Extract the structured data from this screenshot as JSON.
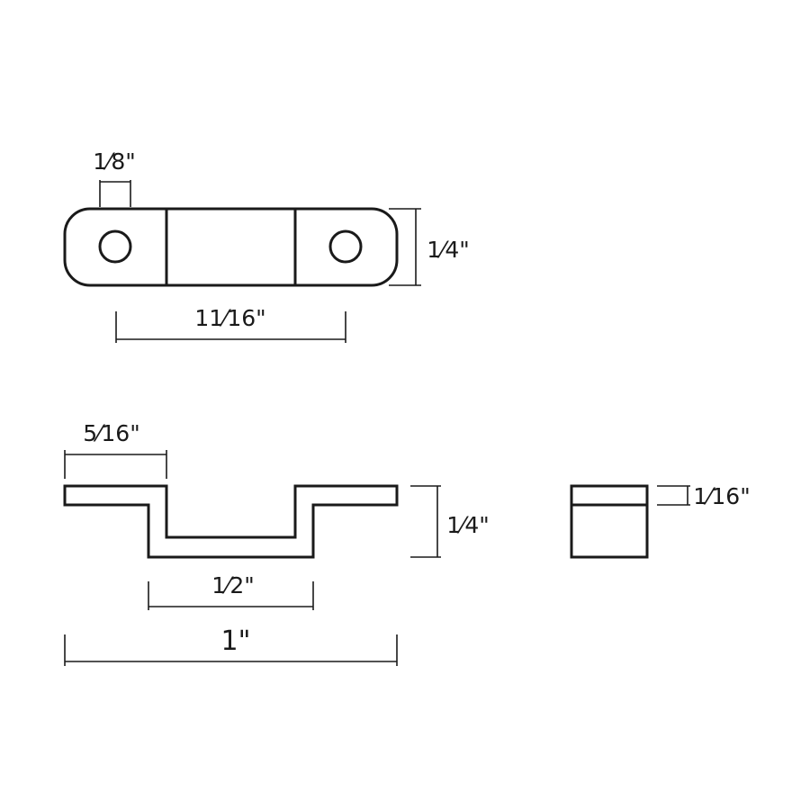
{
  "dimensions": {
    "hole_diameter": "1⁄8\"",
    "top_height": "1⁄4\"",
    "hole_spacing": "11⁄16\"",
    "flange_width": "5⁄16\"",
    "side_height": "1⁄4\"",
    "channel_width": "1⁄2\"",
    "overall_length": "1\"",
    "thickness": "1⁄16\""
  },
  "colors": {
    "line": "#1a1a1a",
    "background": "#ffffff"
  }
}
